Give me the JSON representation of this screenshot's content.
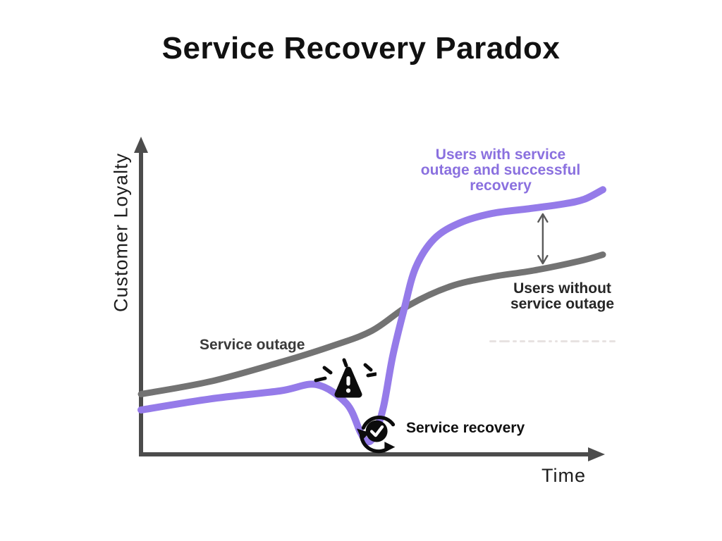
{
  "title": {
    "text": "Service Recovery Paradox",
    "color": "#111111"
  },
  "axes": {
    "x_label": "Time",
    "y_label": "Customer Loyalty",
    "axis_color": "#4c4c4c",
    "label_color": "#1d1d1d"
  },
  "labels": {
    "with_outage": {
      "lines": [
        "Users with service",
        "outage and successful",
        "recovery"
      ],
      "color": "#8a70df"
    },
    "without_outage": {
      "lines": [
        "Users without",
        "service outage"
      ],
      "color": "#262626"
    },
    "service_outage": {
      "text": "Service outage",
      "color": "#3a3a3a"
    },
    "service_recovery": {
      "text": "Service recovery",
      "color": "#101010"
    }
  },
  "icons": {
    "warning": "warning-triangle-icon",
    "recovery": "recovery-cycle-check-icon",
    "gap": "double-headed-arrow"
  },
  "colors": {
    "purple_curve": "#957be9",
    "gray_curve": "#737373",
    "axis": "#4c4c4c",
    "gap_arrow": "#5a5a5a",
    "icon_black": "#0c0c0c"
  },
  "chart_data": {
    "type": "line",
    "title": "Service Recovery Paradox",
    "xlabel": "Time",
    "ylabel": "Customer Loyalty",
    "x_range": [
      0,
      10
    ],
    "y_range": [
      0,
      100
    ],
    "grid": false,
    "tick_labels": "none",
    "legend_position": "inline-labels",
    "series": [
      {
        "name": "Users without service outage",
        "color": "#737373",
        "x": [
          0,
          1.5,
          3,
          4.1,
          5,
          5.8,
          6.7,
          7.6,
          8.5,
          9.5,
          10
        ],
        "y": [
          19,
          23,
          29,
          34,
          39,
          47,
          53,
          56,
          58,
          61,
          63
        ]
      },
      {
        "name": "Users with service outage and successful recovery",
        "color": "#957be9",
        "x": [
          0,
          1.5,
          3,
          3.8,
          4.45,
          4.75,
          4.9,
          5.05,
          5.25,
          5.45,
          5.7,
          5.95,
          6.35,
          6.9,
          7.6,
          8.4,
          9.15,
          9.6,
          10
        ],
        "y": [
          14,
          17.5,
          20,
          22,
          16,
          7,
          4,
          6,
          15,
          31,
          46,
          59,
          68,
          73,
          76,
          77.5,
          79,
          80.5,
          83.5
        ]
      }
    ],
    "annotations": {
      "gap_arrow": {
        "x": 8.7,
        "y_from": 60.2,
        "y_to": 75.8,
        "style": "double-headed"
      },
      "events": [
        {
          "label": "Service outage",
          "x": 4.5,
          "marker": "warning-triangle"
        },
        {
          "label": "Service recovery",
          "x": 5.1,
          "marker": "recovery-cycle-check"
        }
      ]
    }
  },
  "artifacts": {
    "ghost_dashes": [
      10,
      15,
      6,
      8,
      9,
      12,
      5,
      4,
      10,
      13,
      9,
      11,
      6,
      9
    ]
  }
}
